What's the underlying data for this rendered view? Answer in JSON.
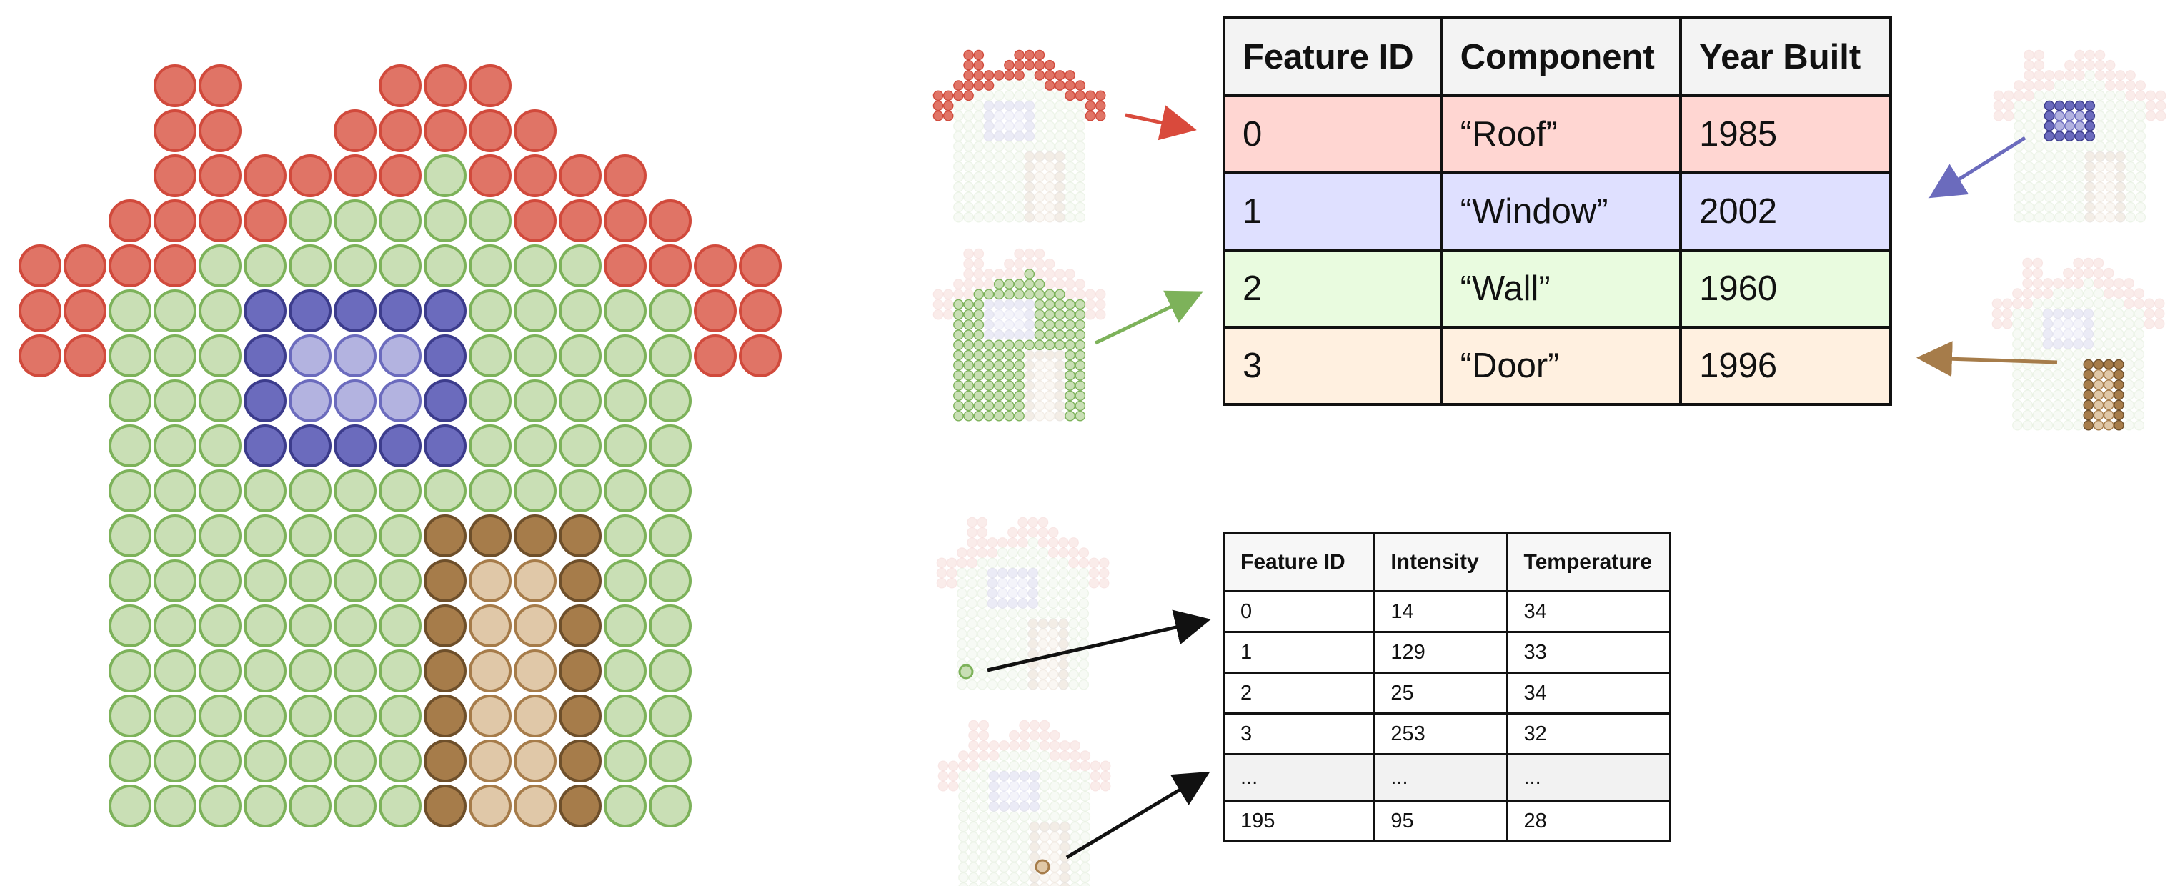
{
  "colors": {
    "roof": {
      "fill": "#e07466",
      "stroke": "#d14a3c"
    },
    "wall": {
      "fill": "#c9dfb5",
      "stroke": "#7db25a"
    },
    "window_frame": {
      "fill": "#6b6bbd",
      "stroke": "#3c3c8c"
    },
    "window_glass": {
      "fill": "#b3b3e0",
      "stroke": "#6b6bbd"
    },
    "door_frame": {
      "fill": "#a67c4a",
      "stroke": "#6e4f2a"
    },
    "door_panel": {
      "fill": "#e0c8a8",
      "stroke": "#a67c4a"
    },
    "row_roof": "#ffd6d2",
    "row_window": "#dfe0ff",
    "row_wall": "#e9fbdf",
    "row_door": "#fff0e0",
    "arrow_roof": "#d94a3c",
    "arrow_window": "#6b6bbd",
    "arrow_wall": "#7db25a",
    "arrow_door": "#a67c4a",
    "arrow_pixel": "#111111"
  },
  "attribute_table": {
    "headers": [
      "Feature ID",
      "Component",
      "Year Built"
    ],
    "rows": [
      {
        "feature_id": "0",
        "component": "“Roof”",
        "year_built": "1985",
        "color_key": "row_roof"
      },
      {
        "feature_id": "1",
        "component": "“Window”",
        "year_built": "2002",
        "color_key": "row_window"
      },
      {
        "feature_id": "2",
        "component": "“Wall”",
        "year_built": "1960",
        "color_key": "row_wall"
      },
      {
        "feature_id": "3",
        "component": "“Door”",
        "year_built": "1996",
        "color_key": "row_door"
      }
    ]
  },
  "pixel_table": {
    "headers": [
      "Feature ID",
      "Intensity",
      "Temperature"
    ],
    "rows": [
      {
        "feature_id": "0",
        "intensity": "14",
        "temperature": "34"
      },
      {
        "feature_id": "1",
        "intensity": "129",
        "temperature": "33"
      },
      {
        "feature_id": "2",
        "intensity": "25",
        "temperature": "34"
      },
      {
        "feature_id": "3",
        "intensity": "253",
        "temperature": "32"
      },
      {
        "feature_id": "...",
        "intensity": "...",
        "temperature": "...",
        "ellipsis": true
      },
      {
        "feature_id": "195",
        "intensity": "95",
        "temperature": "28"
      }
    ]
  },
  "house_grid": {
    "legend": {
      "R": "roof",
      "G": "wall",
      "B": "window_frame",
      "b": "window_glass",
      "D": "door_frame",
      "d": "door_panel"
    },
    "rows": [
      "...RR...RRR......",
      "...RR..RRRRR.....",
      "...RRRRRRGRRRR...",
      "..RRRRGGGGGRRRR..",
      "RRRRGGGGGGGGGRRRR",
      "RRGGGBBBBBGGGGGRR",
      "RRGGGBbbbBGGGGGRR",
      "..GGGBbbbBGGGGG..",
      "..GGGBBBBBGGGGG..",
      "..GGGGGGGGGGGGG..",
      "..GGGGGGGDDDDGG..",
      "..GGGGGGGDddDGG..",
      "..GGGGGGGDddDGG..",
      "..GGGGGGGDddDGG..",
      "..GGGGGGGDddDGG..",
      "..GGGGGGGDddDGG..",
      "..GGGGGGGDddDGG.."
    ]
  }
}
